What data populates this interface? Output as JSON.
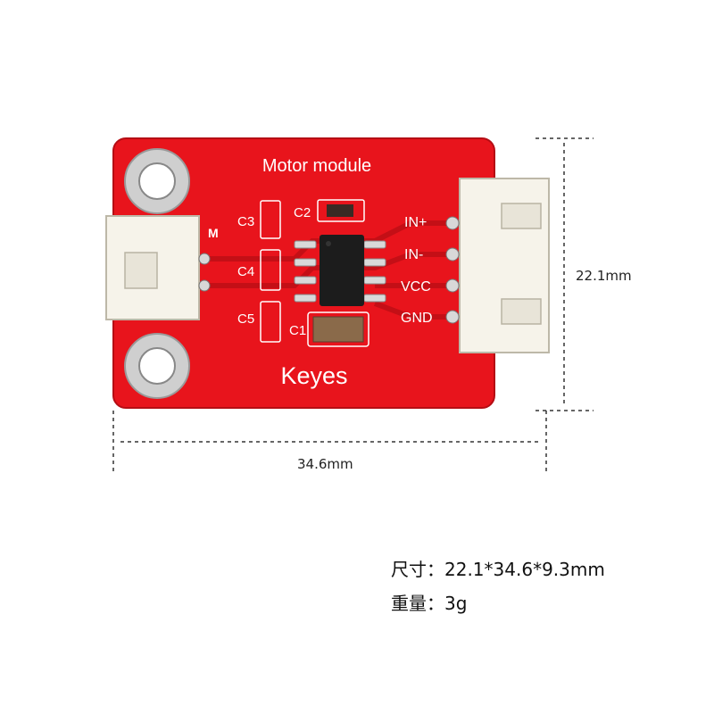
{
  "board": {
    "title": "Motor module",
    "brand": "Keyes",
    "left_connector_label": "M",
    "capacitors": [
      "C3",
      "C2",
      "C4",
      "C5",
      "C1"
    ],
    "pins": [
      "IN+",
      "IN-",
      "VCC",
      "GND"
    ]
  },
  "dimensions": {
    "width_label": "34.6mm",
    "height_label": "22.1mm"
  },
  "specs": {
    "size_label": "尺寸：",
    "size_value": "22.1*34.6*9.3mm",
    "weight_label": "重量：",
    "weight_value": "3g"
  },
  "colors": {
    "pcb": "#e8141c",
    "pcb_dark": "#c40f16",
    "connector": "#f6f3ea",
    "chip": "#1c1c1c"
  }
}
